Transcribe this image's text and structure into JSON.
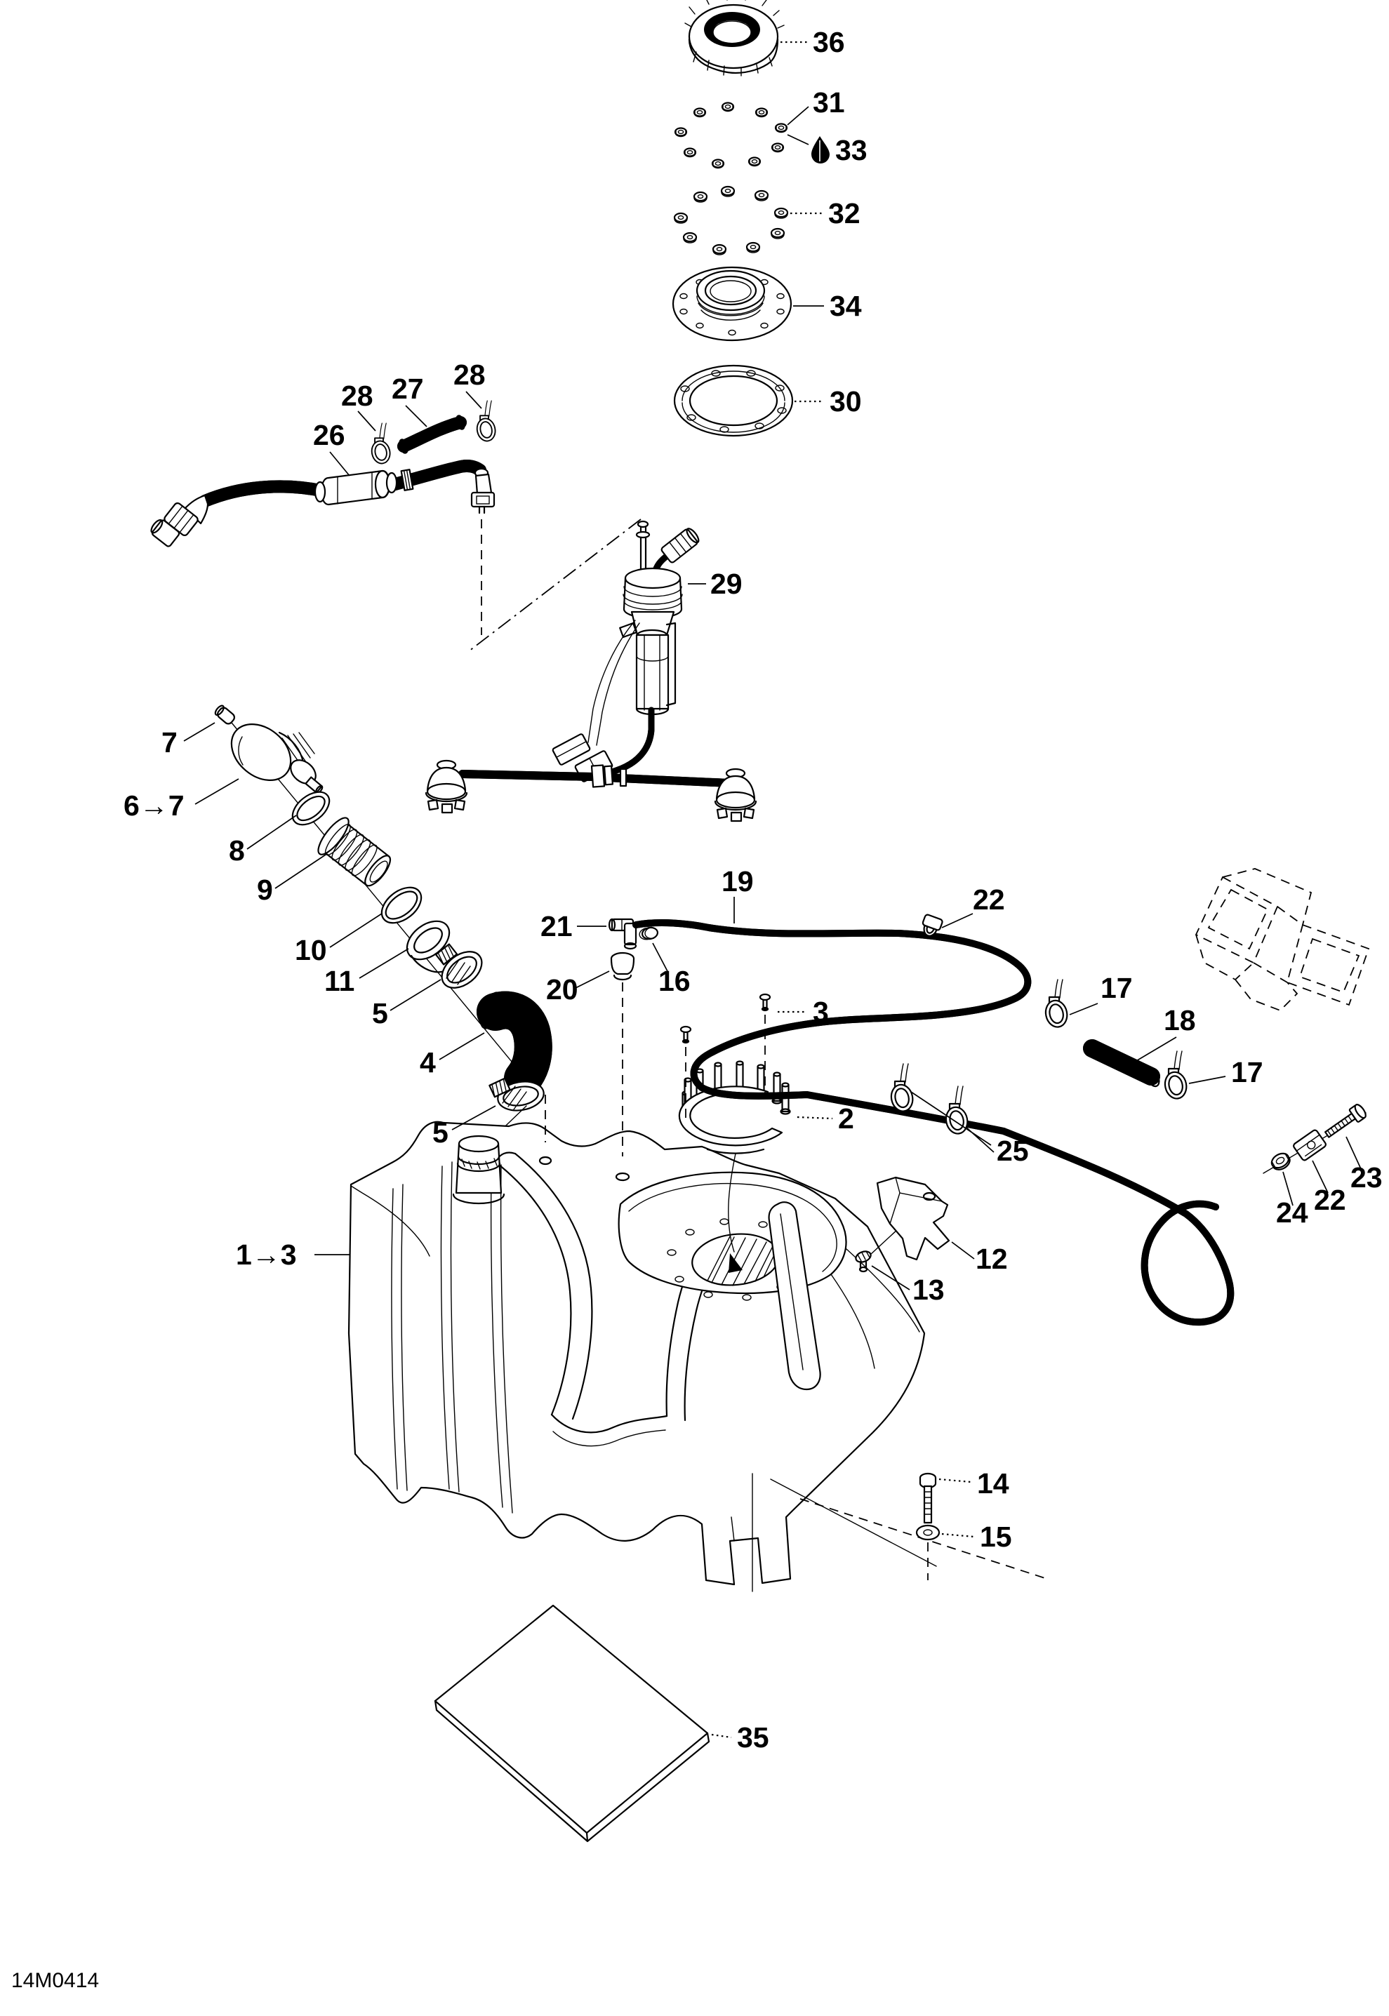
{
  "diagram": {
    "sheet_code": "14M0414",
    "colors": {
      "background": "#ffffff",
      "ink": "#000000"
    },
    "labels": {
      "n2": "2",
      "n3": "3",
      "n4": "4",
      "n5": "5",
      "n7": "7",
      "n8": "8",
      "n9": "9",
      "n10": "10",
      "n11": "11",
      "n12": "12",
      "n13": "13",
      "n14": "14",
      "n15": "15",
      "n16": "16",
      "n17": "17",
      "n18": "18",
      "n19": "19",
      "n20": "20",
      "n21": "21",
      "n22": "22",
      "n23": "23",
      "n24": "24",
      "n25": "25",
      "n26": "26",
      "n27": "27",
      "n28": "28",
      "n29": "29",
      "n30": "30",
      "n31": "31",
      "n32": "32",
      "n33": "33",
      "n34": "34",
      "n35": "35",
      "n36": "36",
      "range_1_3": "1→3",
      "range_6_7": "6→7"
    }
  }
}
